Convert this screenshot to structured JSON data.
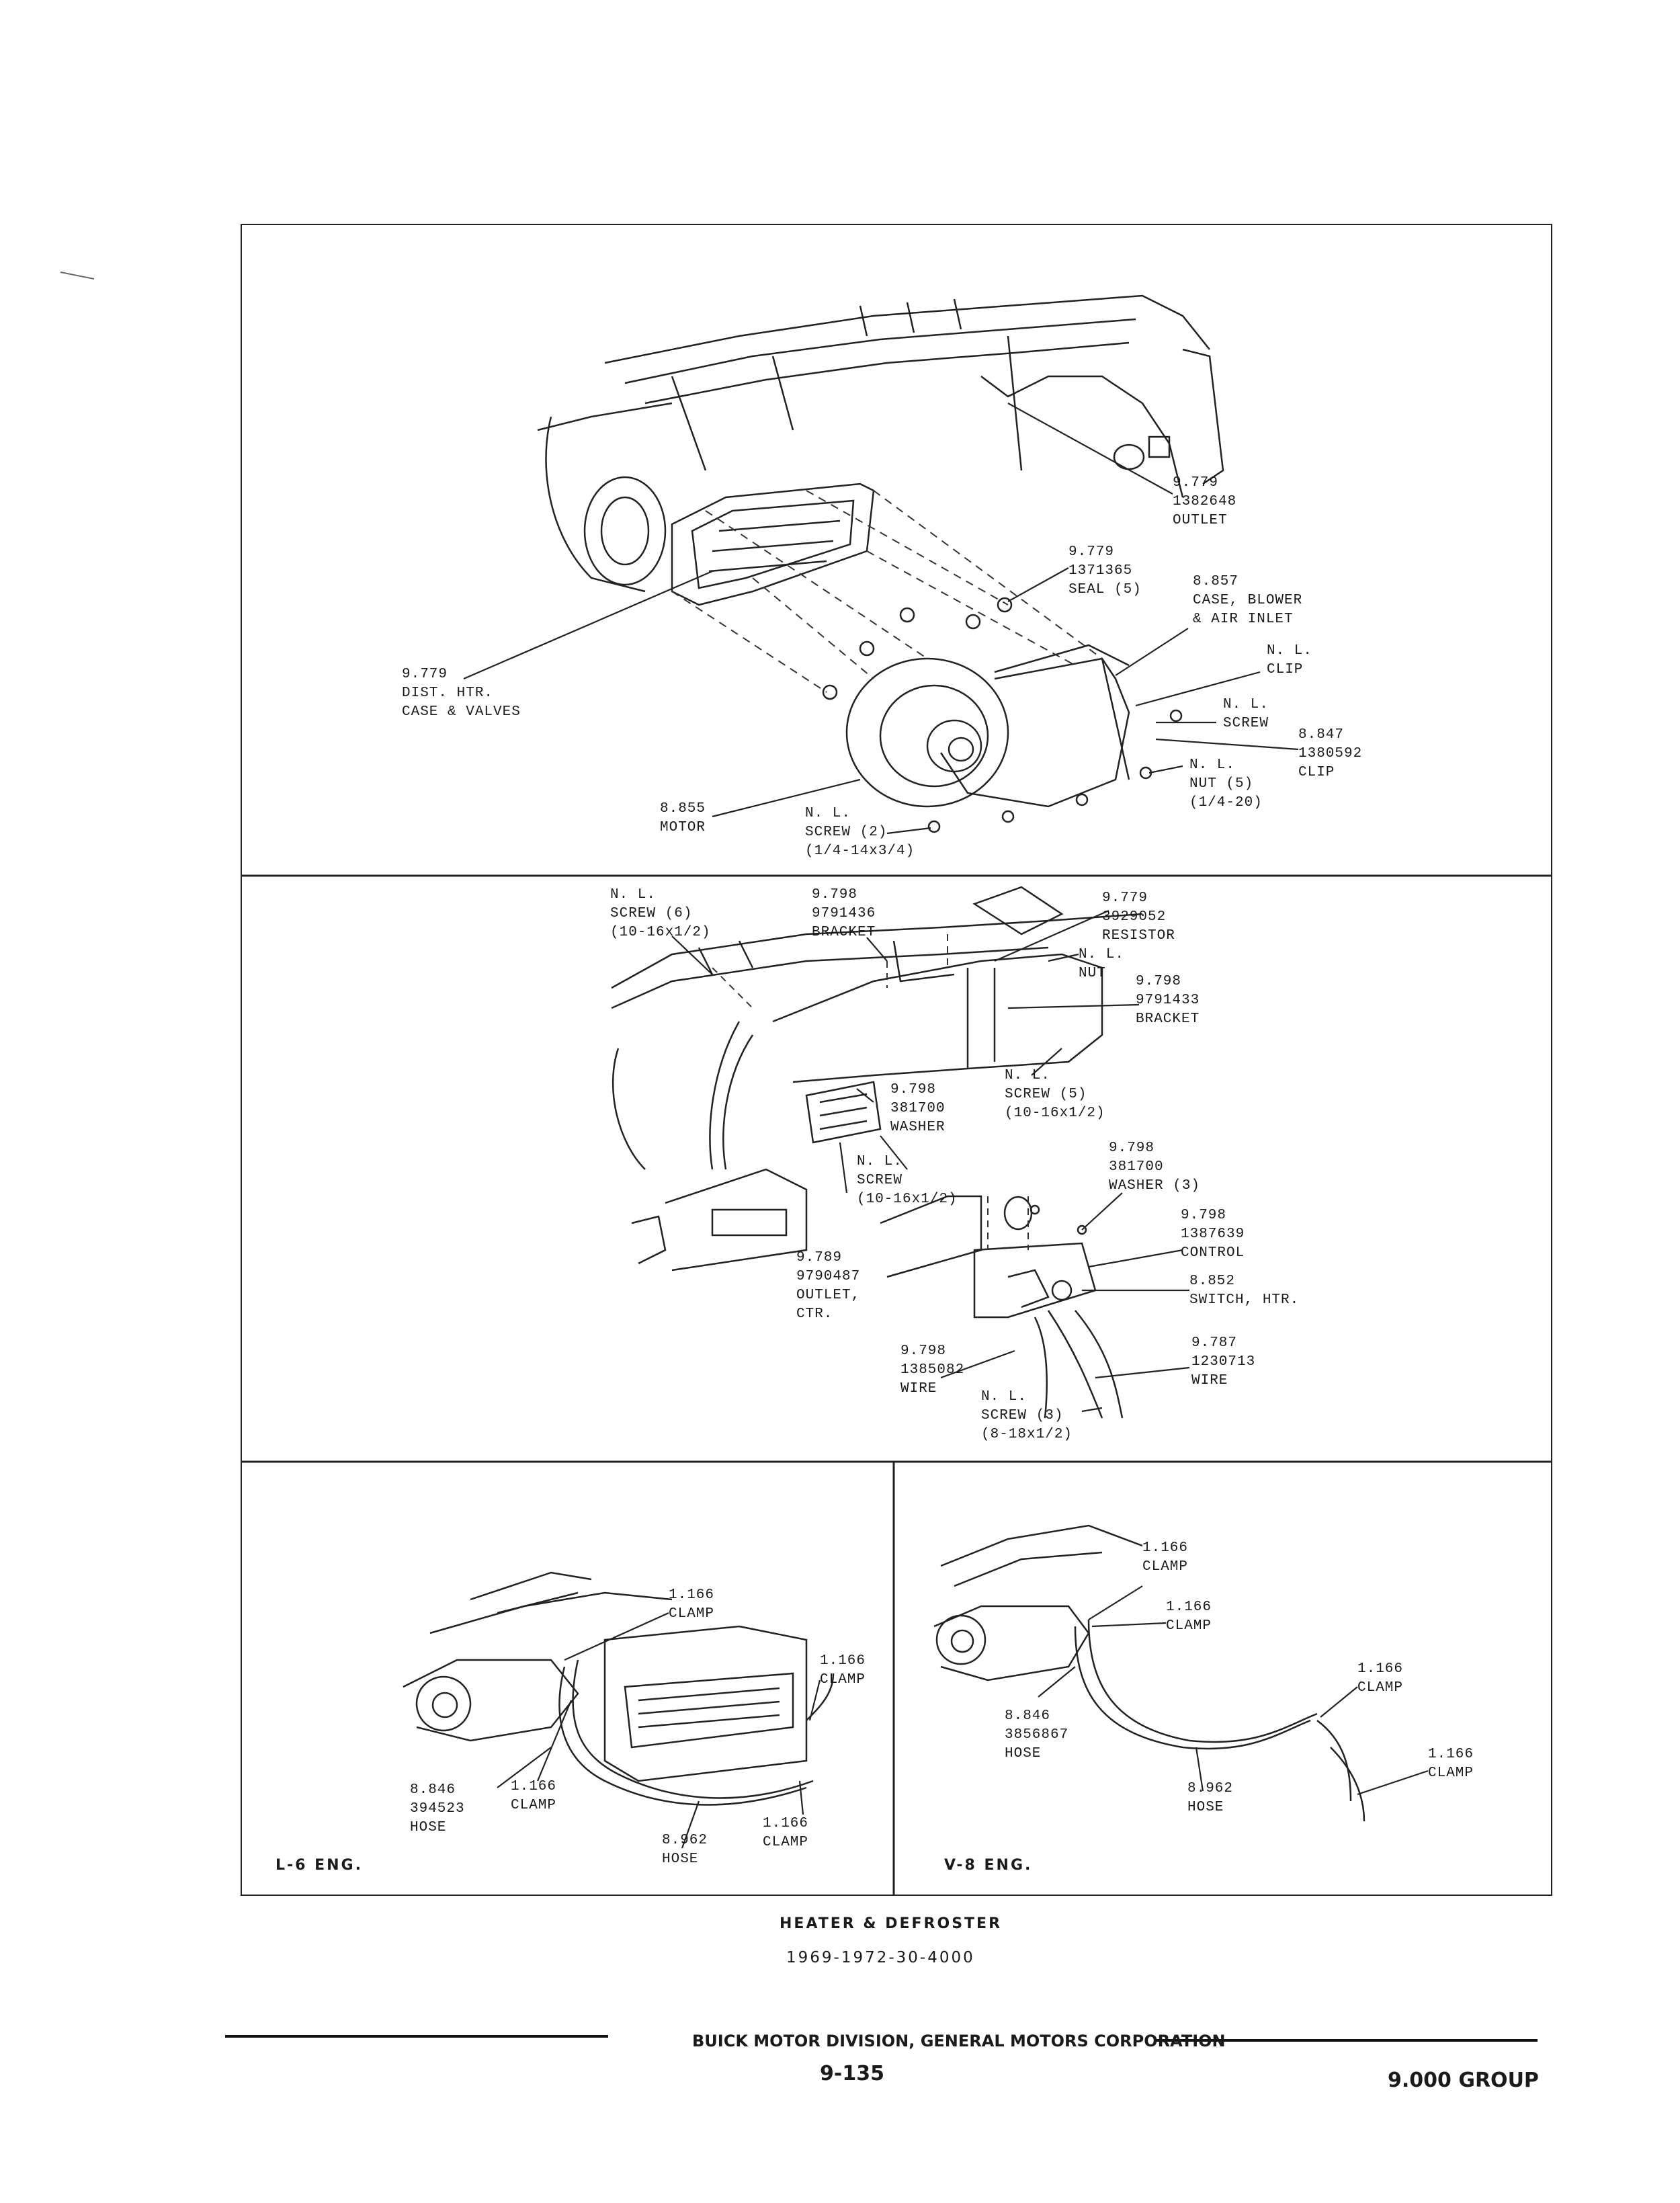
{
  "panels": {
    "top": {
      "labels": [
        {
          "lines": [
            "9.779",
            "1382648",
            "OUTLET"
          ]
        },
        {
          "lines": [
            "9.779",
            "1371365",
            "SEAL (5)"
          ]
        },
        {
          "lines": [
            "8.857",
            "CASE, BLOWER",
            "& AIR INLET"
          ]
        },
        {
          "lines": [
            "N. L.",
            "CLIP"
          ]
        },
        {
          "lines": [
            "N. L.",
            "SCREW"
          ]
        },
        {
          "lines": [
            "8.847",
            "1380592",
            "CLIP"
          ]
        },
        {
          "lines": [
            "N. L.",
            "NUT (5)",
            "(1/4-20)"
          ]
        },
        {
          "lines": [
            "9.779",
            "DIST. HTR.",
            "CASE & VALVES"
          ]
        },
        {
          "lines": [
            "8.855",
            "MOTOR"
          ]
        },
        {
          "lines": [
            "N. L.",
            "SCREW (2)",
            "(1/4-14x3/4)"
          ]
        }
      ]
    },
    "middle": {
      "labels": [
        {
          "lines": [
            "N. L.",
            "SCREW (6)",
            "(10-16x1/2)"
          ]
        },
        {
          "lines": [
            "9.798",
            "9791436",
            "BRACKET"
          ]
        },
        {
          "lines": [
            "9.779",
            "3929052",
            "RESISTOR"
          ]
        },
        {
          "lines": [
            "N. L.",
            "NUT"
          ]
        },
        {
          "lines": [
            "9.798",
            "9791433",
            "BRACKET"
          ]
        },
        {
          "lines": [
            "9.798",
            "381700",
            "WASHER"
          ]
        },
        {
          "lines": [
            "N. L.",
            "SCREW (5)",
            "(10-16x1/2)"
          ]
        },
        {
          "lines": [
            "N. L.",
            "SCREW",
            "(10-16x1/2)"
          ]
        },
        {
          "lines": [
            "9.798",
            "381700",
            "WASHER (3)"
          ]
        },
        {
          "lines": [
            "9.798",
            "1387639",
            "CONTROL"
          ]
        },
        {
          "lines": [
            "8.852",
            "SWITCH, HTR."
          ]
        },
        {
          "lines": [
            "9.789",
            "9790487",
            "OUTLET,",
            "CTR."
          ]
        },
        {
          "lines": [
            "9.798",
            "1385082",
            "WIRE"
          ]
        },
        {
          "lines": [
            "9.787",
            "1230713",
            "WIRE"
          ]
        },
        {
          "lines": [
            "N. L.",
            "SCREW (3)",
            "(8-18x1/2)"
          ]
        }
      ]
    },
    "bottom_left": {
      "engine": "L-6 ENG.",
      "labels": [
        {
          "lines": [
            "1.166",
            "CLAMP"
          ]
        },
        {
          "lines": [
            "1.166",
            "CLAMP"
          ]
        },
        {
          "lines": [
            "8.846",
            "394523",
            "HOSE"
          ]
        },
        {
          "lines": [
            "1.166",
            "CLAMP"
          ]
        },
        {
          "lines": [
            "1.166",
            "CLAMP"
          ]
        },
        {
          "lines": [
            "8.962",
            "HOSE"
          ]
        }
      ]
    },
    "bottom_right": {
      "engine": "V-8 ENG.",
      "labels": [
        {
          "lines": [
            "1.166",
            "CLAMP"
          ]
        },
        {
          "lines": [
            "1.166",
            "CLAMP"
          ]
        },
        {
          "lines": [
            "1.166",
            "CLAMP"
          ]
        },
        {
          "lines": [
            "8.846",
            "3856867",
            "HOSE"
          ]
        },
        {
          "lines": [
            "1.166",
            "CLAMP"
          ]
        },
        {
          "lines": [
            "8.962",
            "HOSE"
          ]
        }
      ]
    }
  },
  "caption": {
    "title": "HEATER & DEFROSTER",
    "code": "1969-1972-30-4000"
  },
  "footer": {
    "division": "BUICK MOTOR DIVISION, GENERAL MOTORS CORPORATION",
    "page": "9-135",
    "group": "9.000 GROUP"
  }
}
